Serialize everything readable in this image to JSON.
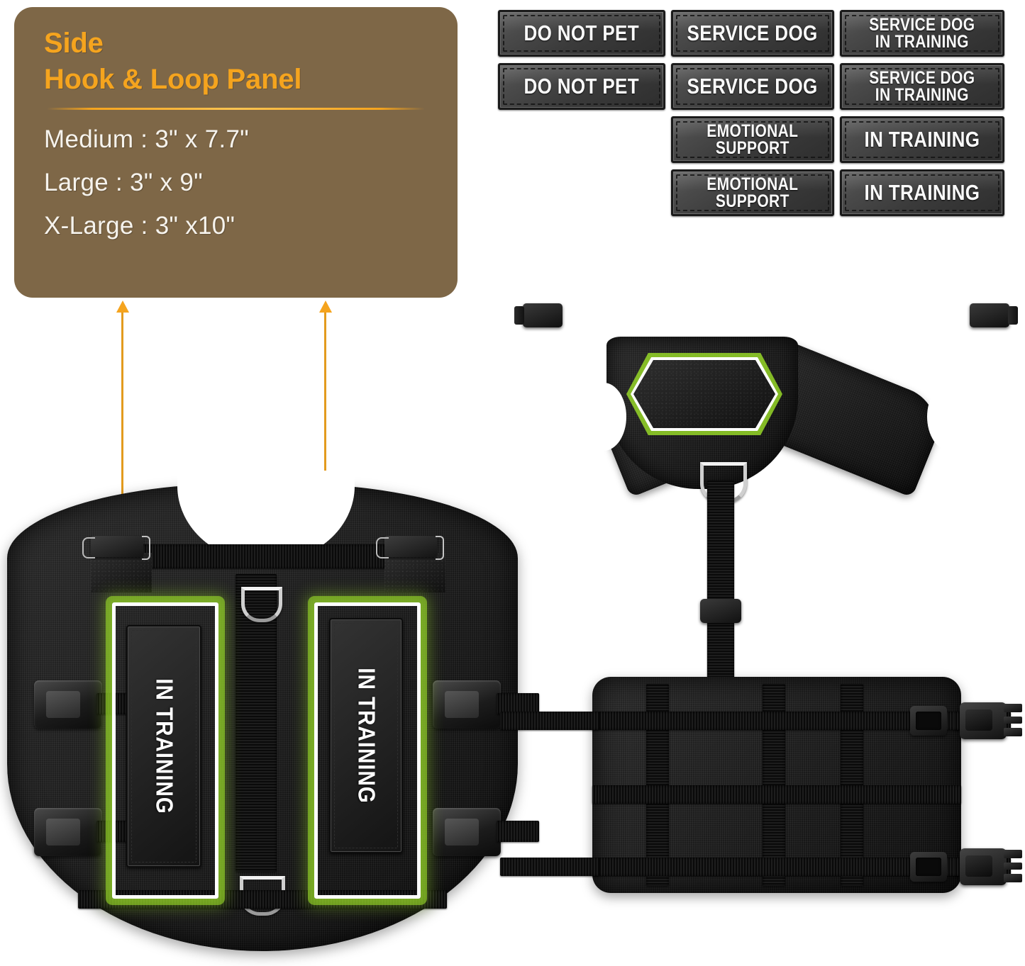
{
  "info_box": {
    "title_line1": "Side",
    "title_line2": "Hook & Loop Panel",
    "sizes": [
      "Medium : 3\" x 7.7\"",
      "Large : 3\" x 9\"",
      "X-Large : 3\"  x10\""
    ],
    "bg_color": "#7e6747",
    "title_color": "#F5A41E",
    "text_color": "#F6F3ED"
  },
  "callout_arrows": {
    "color": "#F5A41E",
    "count": 2
  },
  "patch_grid": {
    "rows": [
      {
        "cells": [
          {
            "label": "DO NOT PET",
            "lines": [
              "DO NOT PET"
            ]
          },
          {
            "label": "SERVICE DOG",
            "lines": [
              "SERVICE DOG"
            ]
          },
          {
            "label": "SERVICE DOG IN TRAINING",
            "lines": [
              "SERVICE DOG",
              "IN TRAINING"
            ]
          }
        ]
      },
      {
        "cells": [
          {
            "label": "DO NOT PET",
            "lines": [
              "DO NOT PET"
            ]
          },
          {
            "label": "SERVICE DOG",
            "lines": [
              "SERVICE DOG"
            ]
          },
          {
            "label": "SERVICE DOG IN TRAINING",
            "lines": [
              "SERVICE DOG",
              "IN TRAINING"
            ]
          }
        ]
      },
      {
        "cells": [
          {
            "label": "EMOTIONAL SUPPORT",
            "lines": [
              "EMOTIONAL",
              "SUPPORT"
            ]
          },
          {
            "label": "IN TRAINING",
            "lines": [
              "IN TRAINING"
            ]
          }
        ]
      },
      {
        "cells": [
          {
            "label": "EMOTIONAL SUPPORT",
            "lines": [
              "EMOTIONAL",
              "SUPPORT"
            ]
          },
          {
            "label": "IN TRAINING",
            "lines": [
              "IN TRAINING"
            ]
          }
        ]
      }
    ]
  },
  "harness_left": {
    "view": "front vest panel",
    "patch_left_text": "IN TRAINING",
    "patch_right_text": "IN TRAINING",
    "highlight_color": "#96D728"
  },
  "harness_right": {
    "view": "chest yoke and back saddle",
    "velcro_panel_shape": "hexagon",
    "highlight_color": "#96D728"
  }
}
